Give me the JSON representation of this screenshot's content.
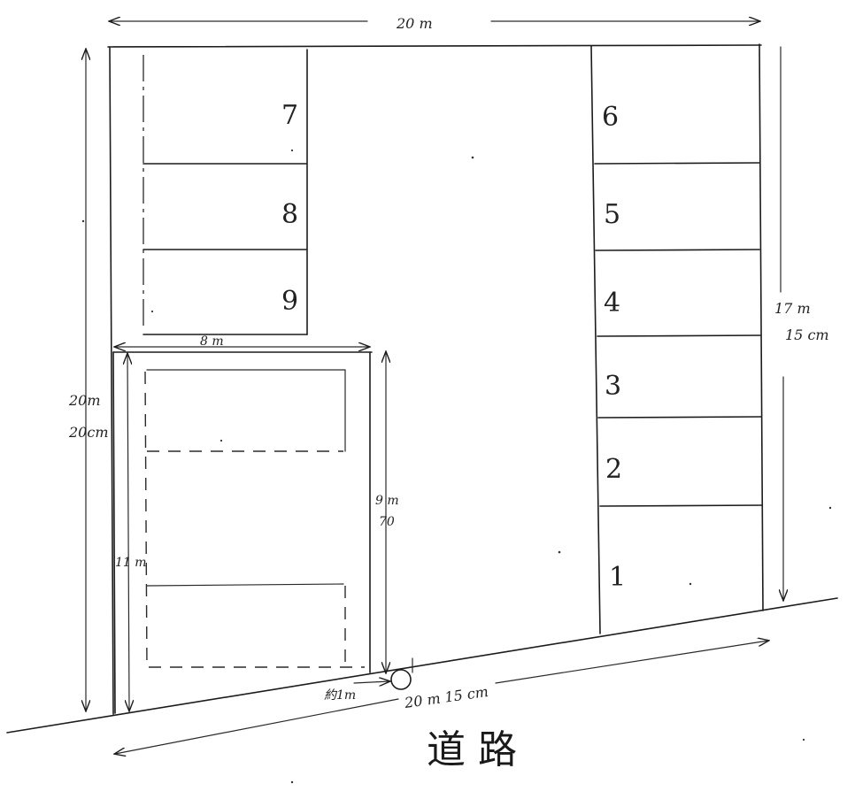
{
  "plan": {
    "dim_top": "20 m",
    "dim_left_a": "20m",
    "dim_left_b": "20cm",
    "dim_right_a": "17 m",
    "dim_right_b": "15 cm",
    "dim_bottom": "20 m 15 cm",
    "dim_inner_top": "8 m",
    "dim_inner_right_a": "9 m",
    "dim_inner_right_b": "70",
    "dim_inner_left": "11 m",
    "marker_label": "約1m",
    "road_label": "道 路",
    "left_lots": [
      "7",
      "8",
      "9"
    ],
    "right_lots": [
      "6",
      "5",
      "4",
      "3",
      "2",
      "1"
    ]
  }
}
